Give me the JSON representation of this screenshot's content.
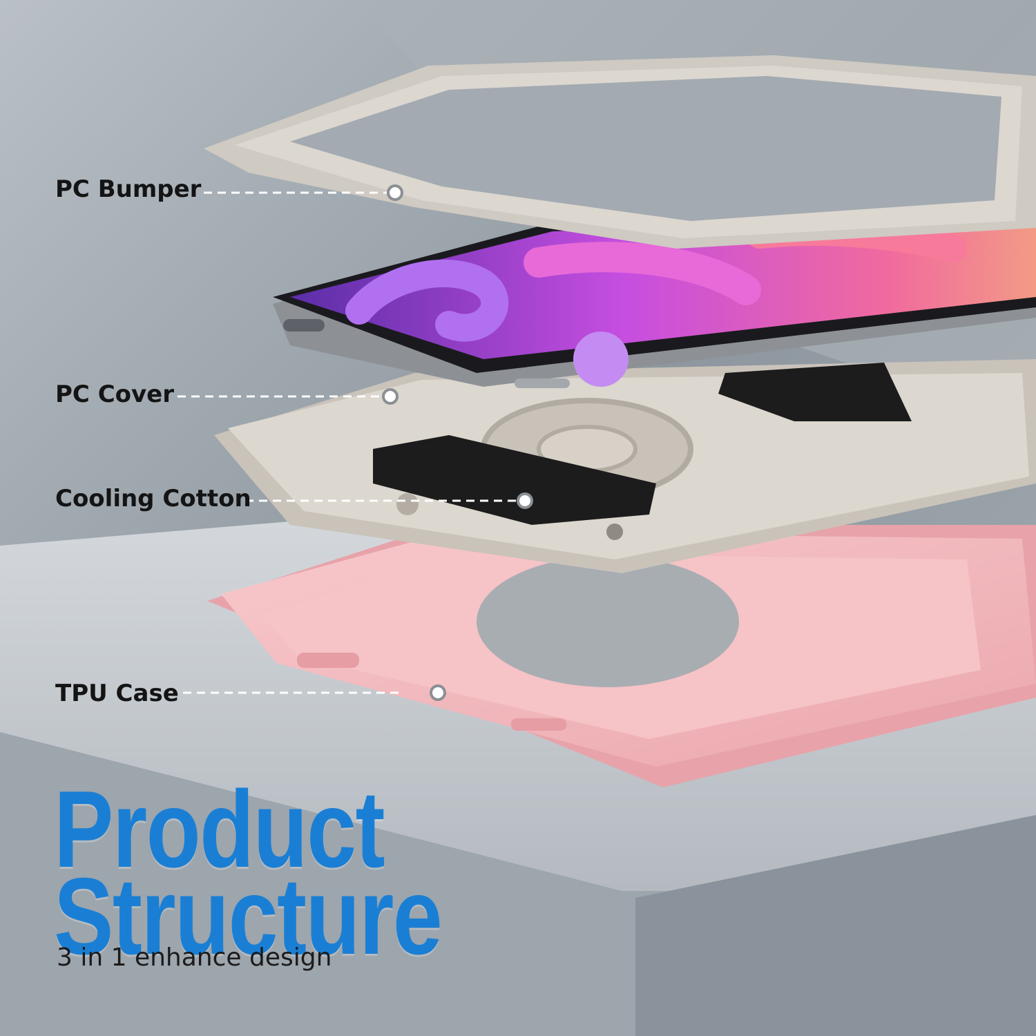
{
  "callouts": {
    "pc_bumper": "PC Bumper",
    "pc_cover": "PC Cover",
    "cooling_cotton": "Cooling Cotton",
    "tpu_case": "TPU Case"
  },
  "headline": {
    "line1": "Product",
    "line2": "Structure"
  },
  "tagline": "3 in 1 enhance design",
  "colors": {
    "headline_blue": "#1a7fd4",
    "case_pink": "#f4b9bd",
    "bumper_beige": "#d9d4cc",
    "cotton_black": "#1c1c1c"
  }
}
